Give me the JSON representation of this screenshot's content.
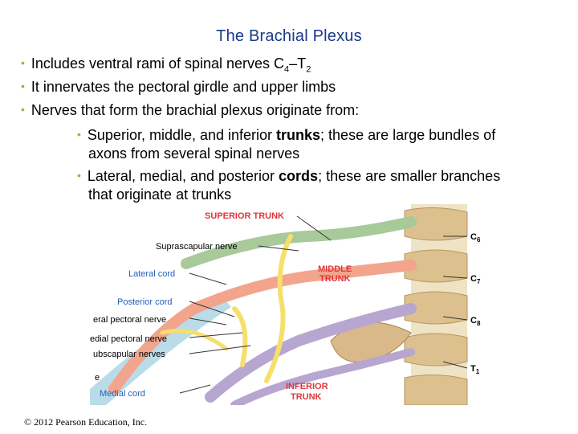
{
  "title": "The Brachial Plexus",
  "bullets": {
    "b1_pre": "Includes ventral rami of spinal nerves C",
    "b1_sub1": "4",
    "b1_mid": "–T",
    "b1_sub2": "2",
    "b2": "It innervates the pectoral girdle and upper limbs",
    "b3": "Nerves that form the brachial plexus originate from:",
    "s1_pre": "Superior, middle, and inferior ",
    "s1_bold": "trunks",
    "s1_line1_post": "; these are large bundles of",
    "s1_line2": "axons from several spinal nerves",
    "s2_pre": "Lateral, medial, and posterior ",
    "s2_bold": "cords",
    "s2_line1_post": "; these are smaller branches",
    "s2_line2": "that originate at trunks"
  },
  "figure": {
    "superior_trunk": "SUPERIOR TRUNK",
    "suprascapular_nerve": "Suprascapular nerve",
    "middle_trunk_1": "MIDDLE",
    "middle_trunk_2": "TRUNK",
    "lateral_cord": "Lateral cord",
    "posterior_cord": "Posterior cord",
    "lateral_pectoral_nerve": "eral pectoral nerve",
    "medial_pectoral_nerve": "edial pectoral nerve",
    "subscapular_nerves": "ubscapular nerves",
    "cut_label": "e",
    "medial_cord": "Medial cord",
    "inferior_trunk_1": "INFERIOR",
    "inferior_trunk_2": "TRUNK",
    "c6": "C",
    "c6_sub": "6",
    "c7": "C",
    "c7_sub": "7",
    "c8": "C",
    "c8_sub": "8",
    "t1": "T",
    "t1_sub": "1",
    "colors": {
      "trunk_label": "#e0353a",
      "cord_label": "#1f5fbf",
      "superior_nerve": "#a8c99a",
      "middle_nerve": "#f2a58c",
      "inferior_nerve": "#b7a6cf",
      "yellow_nerve": "#f6df6a",
      "cord_blue": "#a9d3e3",
      "bone": "#d9b98a"
    }
  },
  "copyright": "© 2012 Pearson Education, Inc."
}
